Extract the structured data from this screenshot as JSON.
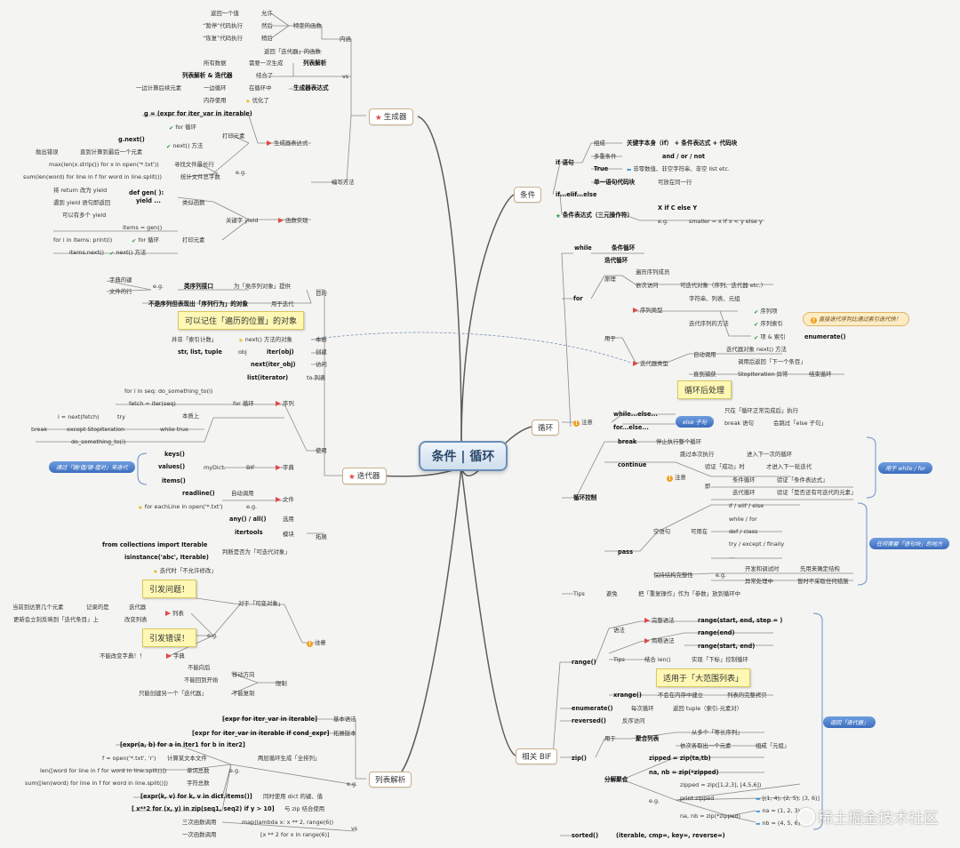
{
  "center": "条件 | 循环",
  "branches": {
    "gen": "生成器",
    "cond": "条件",
    "loop": "循环",
    "iter": "迭代器",
    "listcomp": "列表解析",
    "bif": "相关 BIF"
  },
  "cond": {
    "if_stmt": "if 语句",
    "zucheng": "组成",
    "zucheng_v": "关键字本身（if） + 条件表达式 + 代码块",
    "duochong": "多重条件",
    "duochong_v": "and / or / not",
    "true_lbl": "True",
    "true_v": "非零数值、非空字符串、非空 list etc.",
    "single": "单一语句代码块",
    "single_v": "可放在同一行",
    "elif": "if...elif...else",
    "ternary": "条件表达式（三元操作符）",
    "ternary_v": "X if C else Y",
    "eg": "e.g.",
    "ternary_eg": "smaller = x if x < y else y"
  },
  "loop": {
    "while": "while",
    "while_v": "条件循环",
    "for": "for",
    "for_iter": "迭代循环",
    "yuanli": "原理",
    "bianli": "遍历序列成员",
    "yici": "依次访问",
    "yici_v": "可迭代对象（序列、迭代器 etc.）",
    "yongyu": "用于",
    "seq_type": "序列类型",
    "seq_type_v": "字符串、列表、元组",
    "seq_method": "迭代序列的方法",
    "m1": "序列项",
    "m2": "序列索引",
    "m3": "项 & 索引",
    "enumerate": "enumerate()",
    "seq_tip": "直接迭代序列比通过索引迭代快！",
    "iter_type": "迭代器类型",
    "auto_call": "自动调用",
    "auto_call_v": "迭代器对象 next() 方法",
    "call_next": "调用后返回「下一个条目」",
    "until": "直到捕获",
    "stopiter": "StopIteration 异常",
    "end_loop": "结束循环",
    "else_note": "循环后处理",
    "else_pill": "else 子句",
    "zhuyi": "注意",
    "while_else": "while...else...",
    "for_else": "for...else...",
    "only_normal": "只在「循环正常完成后」执行",
    "break_skip": "break 语句",
    "break_skip_v": "会跳过「else 子句」",
    "ctrl": "循环控制",
    "break": "break",
    "break_v": "停止执行整个循环",
    "continue": "continue",
    "cont_v1": "跳过本次执行",
    "cont_v2": "进入下一次的循环",
    "verify": "验证「成功」时",
    "verify_v": "才进入下一轮迭代",
    "ji": "即",
    "cond_loop": "条件循环",
    "cond_loop_v": "验证「条件表达式」",
    "iter_loop": "迭代循环",
    "iter_loop_v": "验证「是否还有可迭代的元素」",
    "pass": "pass",
    "empty": "空语句",
    "usable": "可用在",
    "p1": "if / elif / else",
    "p2": "while / for",
    "p3": "def / class",
    "p4": "try / except / finally",
    "p5": "...",
    "struct": "保持结构完整性",
    "s1": "开发和调试时",
    "s1_v": "先用来确定结构",
    "s2": "异常处理中",
    "s2_v": "暂时不采取任何措施",
    "tips": "Tips",
    "avoid": "避免",
    "avoid_v": "把「重复操作」作为「参数」放到循环中",
    "pill_wf": "用于 while / for",
    "pill_any": "任何需要「语句块」的地方"
  },
  "bif": {
    "range": "range()",
    "yufa": "语法",
    "full": "完整语法",
    "full_v": "range(start, end, step = )",
    "short": "简略语法",
    "short_v1": "range(end)",
    "short_v2": "range(start, end)",
    "tips": "Tips",
    "len": "结合 len()",
    "len_v": "实现「下标」控制循环",
    "range_note": "适用于「大范围列表」",
    "xrange": "xrange()",
    "xrange_v": "不会在内存中建立",
    "xrange_v2": "列表的完整拷贝",
    "enumerate": "enumerate()",
    "enum_v": "每次循环",
    "enum_v2": "返回 tuple（索引-元素对）",
    "reversed": "reversed()",
    "rev_v": "反序访问",
    "zip": "zip()",
    "yongyu": "用于",
    "merge": "聚合列表",
    "merge_v": "从多个「等长序列」",
    "merge_v2": "依次各取出一个元素",
    "merge_v3": "组成「元组」",
    "unzip": "分解聚合",
    "z1": "zipped = zip(ta,tb)",
    "z2": "na, nb = zip(*zipped)",
    "eg": "e.g.",
    "z3": "zipped = zip([1,2,3], [4,5,6])",
    "z4": "print zipped",
    "z4_v": "[(1, 4), (2, 5), (3, 6)]",
    "z5": "na, nb = zip(*zipped)",
    "z5_v1": "na = (1, 2, 3)",
    "z5_v2": "nb = (4, 5, 6)",
    "sorted": "sorted()",
    "sorted_v": "(iterable, cmp=, key=, reverse=)",
    "pill": "返回「迭代器」"
  },
  "gen": {
    "neidao": "内涵",
    "ret_val": "返回一个值",
    "allow": "允许",
    "pause": "“暂停”代码执行",
    "then": "然后",
    "resume": "“恢复”代码执行",
    "later": "稍后",
    "special": "特定的函数",
    "ret_iter": "返回「迭代器」的函数",
    "vs": "vs",
    "all_data": "所有数据",
    "need_once": "需要一次生成",
    "listcomp": "列表解析",
    "lc_gen": "列表解析 & 迭代器",
    "combine": "结合了",
    "one_by_one": "一边计算后续元素",
    "iter_side": "一边循环",
    "in_loop": "在循环中",
    "gen_expr": "生成器表达式",
    "memory": "内存使用",
    "optimize": "优化了",
    "gen_expr_v": "g = (expr for iter_var in iterable)",
    "gen_expr_lbl": "生成器表达式",
    "print_elem": "打印元素",
    "for_loop": "for 循环",
    "gnext": "g.next()",
    "next_method": "next() 方法",
    "throw": "抛出错误",
    "until_last": "直到计算到最后一个元素",
    "eg": "e.g.",
    "eg1": "max(len(x.strip()) for x in open('*.txt'))",
    "eg1_v": "寻找文件最长行",
    "eg2": "sum(len(word) for line in f for word in line.split())",
    "eg2_v": "统计文件总字数",
    "write": "编写方法",
    "return_yield": "将 return 改为 yield",
    "def_gen": "def gen( ):",
    "yield_dots": "yield ...",
    "meet_yield": "遇到 yield 语句即返回",
    "can_multi": "可以有多个 yield",
    "like_func": "类似函数",
    "yield_kw": "关键字 yield",
    "func_impl": "函数实现",
    "items_gen": "items = gen()",
    "for_items": "for i in items: print(i)",
    "for_loop2": "for 循环",
    "items_next": "items.next()",
    "next_method2": "next() 方法",
    "print_elem2": "打印元素"
  },
  "iter": {
    "purpose": "目的",
    "dict_key": "字典的键",
    "file_line": "文件的行",
    "eg": "e.g.",
    "class_seq": "类序列接口",
    "class_seq_v": "为「类序列对象」提供",
    "not_seq": "不是序列但表现出「序列行为」的对象",
    "for_iter": "用于迭代",
    "note": "可以记住「遍历的位置」的对象",
    "essence": "本质",
    "not_count": "并非「索引计数」",
    "next_obj": "next() 方法的对象",
    "create": "创建",
    "builtin": "str, list, tuple",
    "obj": "obj",
    "iterobj": "iter(obj)",
    "access": "访问",
    "nextiter": "next(iter_obj)",
    "tolist": "to 列表",
    "listiter": "list(iterator)",
    "use": "使用",
    "for_seq": "for i in seq: do_something_to(i)",
    "fetch": "fetch = iter(seq)",
    "for_lbl": "for 循环",
    "seq": "序列",
    "actual": "本质上",
    "i_next": "i = next(fetch)",
    "try": "try",
    "while_true": "while true",
    "brk": "break",
    "except": "except StopIteration",
    "do_some": "do_something_to(i)",
    "keys": "keys()",
    "values": "values()",
    "items": "items()",
    "mydict": "myDict.",
    "bif": "BIF",
    "dict": "字典",
    "dict_pill": "通过「键/值/键-值对」来迭代",
    "readline": "readline()",
    "autocall": "自动调用",
    "file": "文件",
    "for_each": "for eachLine in open('*.txt')",
    "eg2": "e.g.",
    "anyall": "any() / all()",
    "select": "选用",
    "itertools": "itertools",
    "module": "模块",
    "extend": "拓展",
    "from_col": "from collections import Iterable",
    "isinst": "isinstance('abc', Iterable)",
    "judge": "判断是否为「可迭代对象」",
    "zhuyi": "注意",
    "no_modify": "迭代时「不允许修改」",
    "problem": "引发问题！",
    "for_obj": "对于「可变对象」",
    "cur_elem": "当前到达第几个元素",
    "record": "记录的是",
    "iter_w": "迭代器",
    "update": "更新会立刻反映到「迭代条目」上",
    "change_list": "改变列表",
    "list": "列表",
    "error": "引发错误！",
    "no_change_dict": "不能改变字典！！",
    "dict2": "字典",
    "eg3": "e.g.",
    "no_back": "不能向后",
    "no_return": "不能回到开始",
    "move": "移动方向",
    "only_new": "只能创建另一个「迭代器」",
    "no_copy": "不能复制",
    "limit": "限制"
  },
  "lc": {
    "basic": "[expr for iter_var in iterable]",
    "basic_v": "基本语法",
    "ext": "[expr for iter_var in iterable if cond_expr]",
    "ext_v": "拓展版本",
    "two": "[expr(a, b) for a in iter1 for b in iter2]",
    "two_v": "两层循环生成「全排列」",
    "f_open": "f = open('*.txt', 'r')",
    "f_open_v": "计算某文本文件",
    "len_word": "len([word for line in f for word in line.split()])",
    "len_word_v": "单词总数",
    "sum_word": "sum([len(word) for line in f for word in line.split()])",
    "sum_word_v": "字符总数",
    "eg": "e.g.",
    "kv": "[expr(k, v) for k, v in dict.items()]",
    "kv_v": "同时使用 dict 的键、值",
    "zipv": "[ x**2 for (x, y) in zip(seq1, seq2) if y > 10]",
    "zipv_v": "与 zip 结合使用",
    "three": "三次函数调用",
    "three_v": "map(lambda x: x ** 2, range(6))",
    "one": "一次函数调用",
    "one_v": "[x ** 2 for x in range(6)]",
    "vs": "vs"
  },
  "watermark": "稀土掘金技术社区"
}
